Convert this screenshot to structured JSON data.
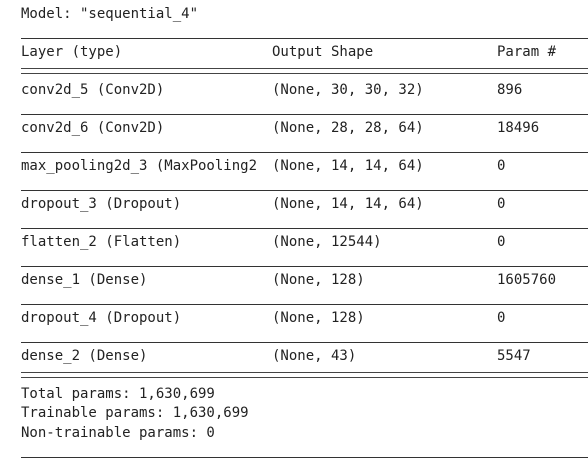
{
  "model_title": "Model: \"sequential_4\"",
  "headers": {
    "layer": "Layer (type)",
    "output_shape": "Output Shape",
    "params": "Param #"
  },
  "rows": [
    {
      "layer": "conv2d_5 (Conv2D)",
      "output_shape": "(None, 30, 30, 32)",
      "params": "896"
    },
    {
      "layer": "conv2d_6 (Conv2D)",
      "output_shape": "(None, 28, 28, 64)",
      "params": "18496"
    },
    {
      "layer": "max_pooling2d_3 (MaxPooling2",
      "output_shape": "(None, 14, 14, 64)",
      "params": "0"
    },
    {
      "layer": "dropout_3 (Dropout)",
      "output_shape": "(None, 14, 14, 64)",
      "params": "0"
    },
    {
      "layer": "flatten_2 (Flatten)",
      "output_shape": "(None, 12544)",
      "params": "0"
    },
    {
      "layer": "dense_1 (Dense)",
      "output_shape": "(None, 128)",
      "params": "1605760"
    },
    {
      "layer": "dropout_4 (Dropout)",
      "output_shape": "(None, 128)",
      "params": "0"
    },
    {
      "layer": "dense_2 (Dense)",
      "output_shape": "(None, 43)",
      "params": "5547"
    }
  ],
  "totals": {
    "total": "Total params: 1,630,699",
    "trainable": "Trainable params: 1,630,699",
    "non_trainable": "Non-trainable params: 0"
  }
}
